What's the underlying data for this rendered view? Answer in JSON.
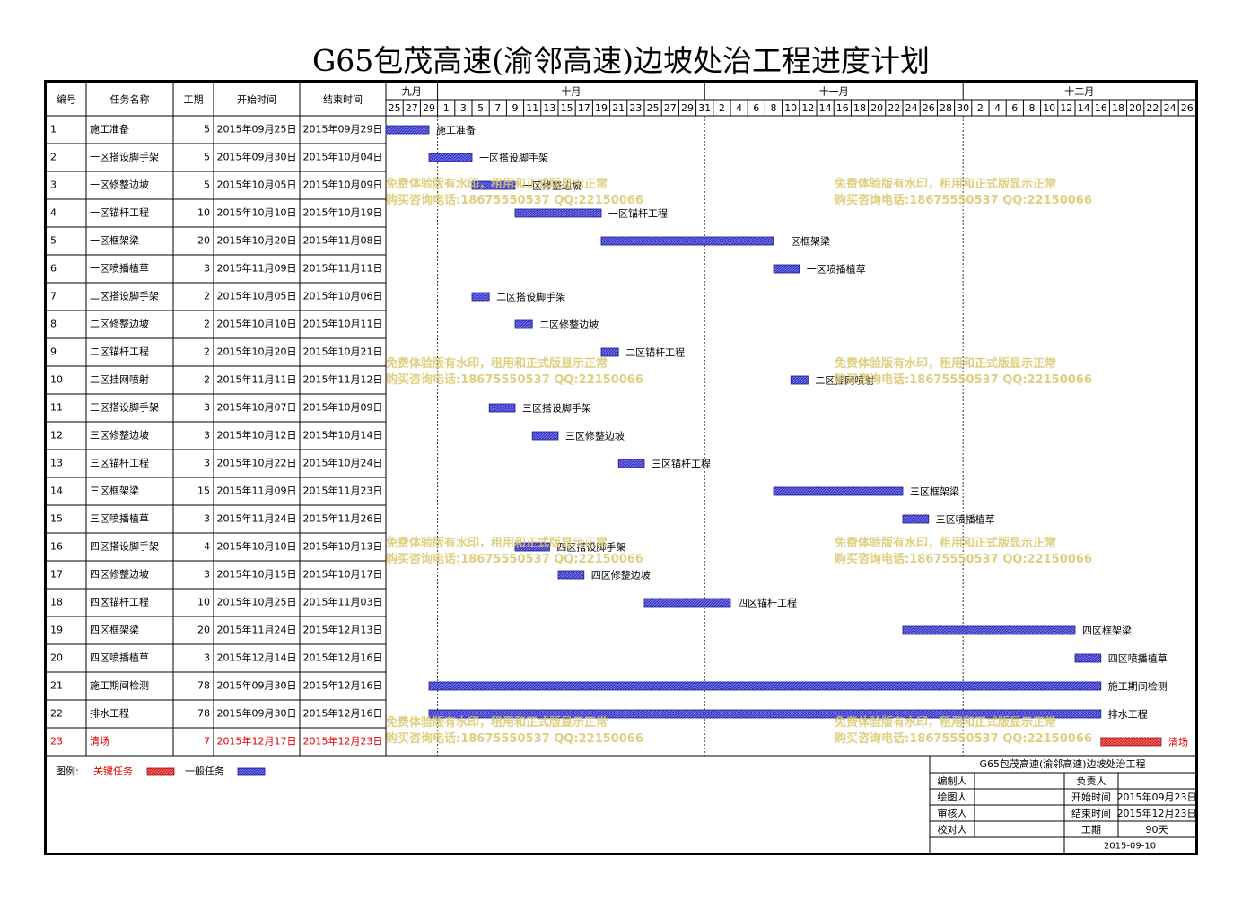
{
  "page_title": "G65包茂高速(渝邻高速)边坡处治工程进度计划",
  "chart_data": {
    "type": "gantt",
    "title": "G65包茂高速(渝邻高速)边坡处治工程进度计划",
    "columns": [
      "编号",
      "任务名称",
      "工期",
      "开始时间",
      "结束时间"
    ],
    "timeline_start": "2015-09-25",
    "months": [
      {
        "label": "九月",
        "start": "2015-09-25",
        "end": "2015-09-30"
      },
      {
        "label": "十月",
        "start": "2015-10-01",
        "end": "2015-10-31"
      },
      {
        "label": "十一月",
        "start": "2015-11-01",
        "end": "2015-11-30"
      },
      {
        "label": "十二月",
        "start": "2015-12-01",
        "end": "2015-12-27"
      }
    ],
    "day_ticks": [
      "25",
      "27",
      "29",
      "1",
      "3",
      "5",
      "7",
      "9",
      "11",
      "13",
      "15",
      "17",
      "19",
      "21",
      "23",
      "25",
      "27",
      "29",
      "31",
      "2",
      "4",
      "6",
      "8",
      "10",
      "12",
      "14",
      "16",
      "18",
      "20",
      "22",
      "24",
      "26",
      "28",
      "30",
      "2",
      "4",
      "6",
      "8",
      "10",
      "12",
      "14",
      "16",
      "18",
      "20",
      "22",
      "24",
      "26"
    ],
    "tasks": [
      {
        "id": "1",
        "name": "施工准备",
        "duration": 5,
        "start": "2015-09-25",
        "end": "2015-09-29",
        "start_text": "2015年09月25日",
        "end_text": "2015年09月29日",
        "critical": false
      },
      {
        "id": "2",
        "name": "一区搭设脚手架",
        "duration": 5,
        "start": "2015-09-30",
        "end": "2015-10-04",
        "start_text": "2015年09月30日",
        "end_text": "2015年10月04日",
        "critical": false
      },
      {
        "id": "3",
        "name": "一区修整边坡",
        "duration": 5,
        "start": "2015-10-05",
        "end": "2015-10-09",
        "start_text": "2015年10月05日",
        "end_text": "2015年10月09日",
        "critical": false
      },
      {
        "id": "4",
        "name": "一区锚杆工程",
        "duration": 10,
        "start": "2015-10-10",
        "end": "2015-10-19",
        "start_text": "2015年10月10日",
        "end_text": "2015年10月19日",
        "critical": false
      },
      {
        "id": "5",
        "name": "一区框架梁",
        "duration": 20,
        "start": "2015-10-20",
        "end": "2015-11-08",
        "start_text": "2015年10月20日",
        "end_text": "2015年11月08日",
        "critical": false
      },
      {
        "id": "6",
        "name": "一区喷播植草",
        "duration": 3,
        "start": "2015-11-09",
        "end": "2015-11-11",
        "start_text": "2015年11月09日",
        "end_text": "2015年11月11日",
        "critical": false
      },
      {
        "id": "7",
        "name": "二区搭设脚手架",
        "duration": 2,
        "start": "2015-10-05",
        "end": "2015-10-06",
        "start_text": "2015年10月05日",
        "end_text": "2015年10月06日",
        "critical": false
      },
      {
        "id": "8",
        "name": "二区修整边坡",
        "duration": 2,
        "start": "2015-10-10",
        "end": "2015-10-11",
        "start_text": "2015年10月10日",
        "end_text": "2015年10月11日",
        "critical": false
      },
      {
        "id": "9",
        "name": "二区锚杆工程",
        "duration": 2,
        "start": "2015-10-20",
        "end": "2015-10-21",
        "start_text": "2015年10月20日",
        "end_text": "2015年10月21日",
        "critical": false
      },
      {
        "id": "10",
        "name": "二区挂网喷射",
        "duration": 2,
        "start": "2015-11-11",
        "end": "2015-11-12",
        "start_text": "2015年11月11日",
        "end_text": "2015年11月12日",
        "critical": false
      },
      {
        "id": "11",
        "name": "三区搭设脚手架",
        "duration": 3,
        "start": "2015-10-07",
        "end": "2015-10-09",
        "start_text": "2015年10月07日",
        "end_text": "2015年10月09日",
        "critical": false
      },
      {
        "id": "12",
        "name": "三区修整边坡",
        "duration": 3,
        "start": "2015-10-12",
        "end": "2015-10-14",
        "start_text": "2015年10月12日",
        "end_text": "2015年10月14日",
        "critical": false
      },
      {
        "id": "13",
        "name": "三区锚杆工程",
        "duration": 3,
        "start": "2015-10-22",
        "end": "2015-10-24",
        "start_text": "2015年10月22日",
        "end_text": "2015年10月24日",
        "critical": false
      },
      {
        "id": "14",
        "name": "三区框架梁",
        "duration": 15,
        "start": "2015-11-09",
        "end": "2015-11-23",
        "start_text": "2015年11月09日",
        "end_text": "2015年11月23日",
        "critical": false
      },
      {
        "id": "15",
        "name": "三区喷播植草",
        "duration": 3,
        "start": "2015-11-24",
        "end": "2015-11-26",
        "start_text": "2015年11月24日",
        "end_text": "2015年11月26日",
        "critical": false
      },
      {
        "id": "16",
        "name": "四区搭设脚手架",
        "duration": 4,
        "start": "2015-10-10",
        "end": "2015-10-13",
        "start_text": "2015年10月10日",
        "end_text": "2015年10月13日",
        "critical": false
      },
      {
        "id": "17",
        "name": "四区修整边坡",
        "duration": 3,
        "start": "2015-10-15",
        "end": "2015-10-17",
        "start_text": "2015年10月15日",
        "end_text": "2015年10月17日",
        "critical": false
      },
      {
        "id": "18",
        "name": "四区锚杆工程",
        "duration": 10,
        "start": "2015-10-25",
        "end": "2015-11-03",
        "start_text": "2015年10月25日",
        "end_text": "2015年11月03日",
        "critical": false
      },
      {
        "id": "19",
        "name": "四区框架梁",
        "duration": 20,
        "start": "2015-11-24",
        "end": "2015-12-13",
        "start_text": "2015年11月24日",
        "end_text": "2015年12月13日",
        "critical": false
      },
      {
        "id": "20",
        "name": "四区喷播植草",
        "duration": 3,
        "start": "2015-12-14",
        "end": "2015-12-16",
        "start_text": "2015年12月14日",
        "end_text": "2015年12月16日",
        "critical": false
      },
      {
        "id": "21",
        "name": "施工期间检测",
        "duration": 78,
        "start": "2015-09-30",
        "end": "2015-12-16",
        "start_text": "2015年09月30日",
        "end_text": "2015年12月16日",
        "critical": false
      },
      {
        "id": "22",
        "name": "排水工程",
        "duration": 78,
        "start": "2015-09-30",
        "end": "2015-12-16",
        "start_text": "2015年09月30日",
        "end_text": "2015年12月16日",
        "critical": false
      },
      {
        "id": "23",
        "name": "清场",
        "duration": 7,
        "start": "2015-12-17",
        "end": "2015-12-23",
        "start_text": "2015年12月17日",
        "end_text": "2015年12月23日",
        "critical": true
      }
    ],
    "legend": {
      "label": "图例:",
      "critical": "关键任务",
      "normal": "一般任务"
    },
    "colors": {
      "normal": "#3333cc",
      "critical": "#dd2222",
      "critical_text": "#dd0000",
      "grid": "#000000",
      "watermark": "#d9c76a"
    },
    "watermark": {
      "line1": "免费体验版有水印，租用和正式版显示正常",
      "line2": "购买咨询电话:18675550537 QQ:22150066"
    }
  },
  "info_box": {
    "project": "G65包茂高速(渝邻高速)边坡处治工程",
    "editor_label": "编制人",
    "owner_label": "负责人",
    "drawer_label": "绘图人",
    "start_label": "开始时间",
    "start_value": "2015年09月23日",
    "reviewer_label": "审核人",
    "end_label": "结束时间",
    "end_value": "2015年12月23日",
    "proof_label": "校对人",
    "duration_label": "工期",
    "duration_value": "90天",
    "date": "2015-09-10"
  }
}
